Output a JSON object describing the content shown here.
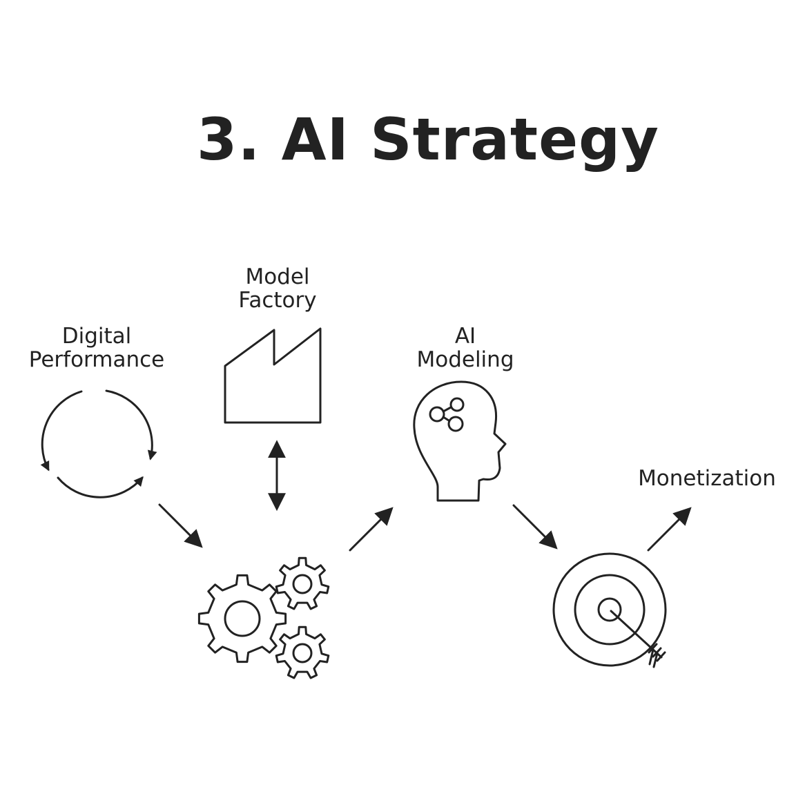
{
  "title": "3. AI Strategy",
  "colors": {
    "ink": "#222222",
    "background": "#ffffff"
  },
  "steps": [
    {
      "id": "digital-performance",
      "label_lines": [
        "Digital",
        "Performance"
      ],
      "icon": "cycle-arrows-icon"
    },
    {
      "id": "model-factory",
      "label_lines": [
        "Model",
        "Factory"
      ],
      "icon": "factory-icon"
    },
    {
      "id": "process",
      "label_lines": [],
      "icon": "gears-icon"
    },
    {
      "id": "ai-modeling",
      "label_lines": [
        "AI",
        "Modeling"
      ],
      "icon": "head-network-icon"
    },
    {
      "id": "target",
      "label_lines": [],
      "icon": "target-arrow-icon"
    },
    {
      "id": "monetization",
      "label_lines": [
        "Monetization"
      ],
      "icon": "arrow-up-right-icon"
    }
  ]
}
